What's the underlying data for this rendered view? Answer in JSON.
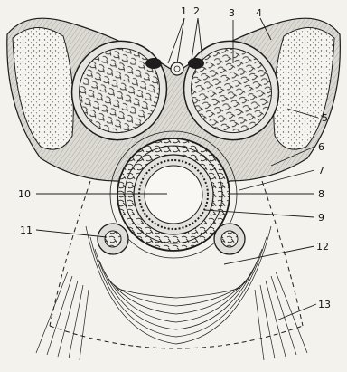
{
  "labels": {
    "l1": "1",
    "l2": "2",
    "l3": "3",
    "l4": "4",
    "l5": "5",
    "l6": "6",
    "l7": "7",
    "l8": "8",
    "l9": "9",
    "l10": "10",
    "l11": "11",
    "l12": "12",
    "l13": "13"
  },
  "colors": {
    "background": "#f4f2ec",
    "ink": "#1d1d1d",
    "fill": "#d8d6d0"
  }
}
